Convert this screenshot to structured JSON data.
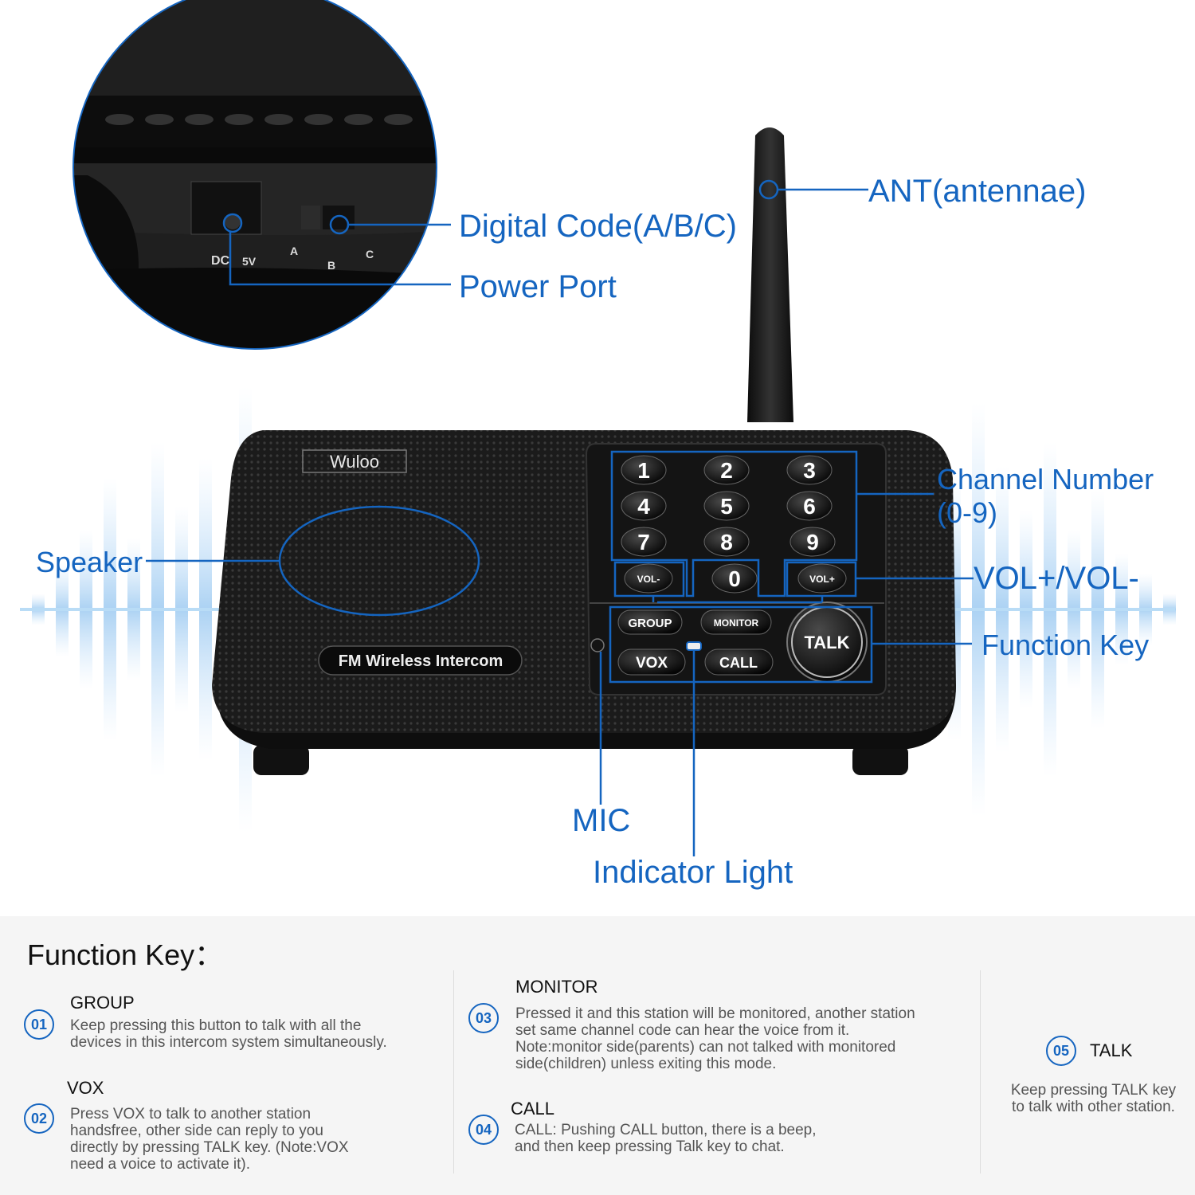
{
  "product": {
    "brand": "Wuloo",
    "badge": "FM Wireless Intercom",
    "keypad": [
      "1",
      "2",
      "3",
      "4",
      "5",
      "6",
      "7",
      "8",
      "9",
      "0"
    ],
    "vol_minus": "VOL-",
    "vol_plus": "VOL+",
    "buttons": {
      "group": "GROUP",
      "monitor": "MONITOR",
      "vox": "VOX",
      "call": "CALL",
      "talk": "TALK"
    },
    "port_labels": {
      "dc": "DC",
      "v5": "5V",
      "a": "A",
      "b": "B",
      "c": "C"
    }
  },
  "callouts": {
    "digital_code": "Digital Code(A/B/C)",
    "power_port": "Power Port",
    "antenna": "ANT(antennae)",
    "channel_number_line1": "Channel Number",
    "channel_number_line2": "(0-9)",
    "speaker": "Speaker",
    "vol": "VOL+/VOL-",
    "function_key": "Function Key",
    "mic": "MIC",
    "indicator": "Indicator Light"
  },
  "colors": {
    "accent": "#1565c0",
    "device": "#1a1a1a",
    "panel_bg": "#f5f5f5"
  },
  "function_keys": {
    "title": "Function Key：",
    "items": [
      {
        "num": "01",
        "title": "GROUP",
        "desc": "Keep pressing this button to talk with all the\ndevices in this intercom system simultaneously."
      },
      {
        "num": "02",
        "title": "VOX",
        "desc": "Press VOX to talk to another station\nhandsfree, other side can reply to you\ndirectly by pressing TALK key. (Note:VOX\nneed a voice to activate it)."
      },
      {
        "num": "03",
        "title": "MONITOR",
        "desc": "Pressed it and this station will be monitored, another station\nset same channel code can hear the voice from it.\nNote:monitor side(parents) can not talked with monitored\nside(children) unless exiting this mode."
      },
      {
        "num": "04",
        "title": "CALL",
        "desc": "CALL: Pushing CALL button, there is a beep,\nand then keep pressing Talk key to chat."
      },
      {
        "num": "05",
        "title": "TALK",
        "desc": "Keep pressing TALK key\nto talk with other station."
      }
    ]
  }
}
